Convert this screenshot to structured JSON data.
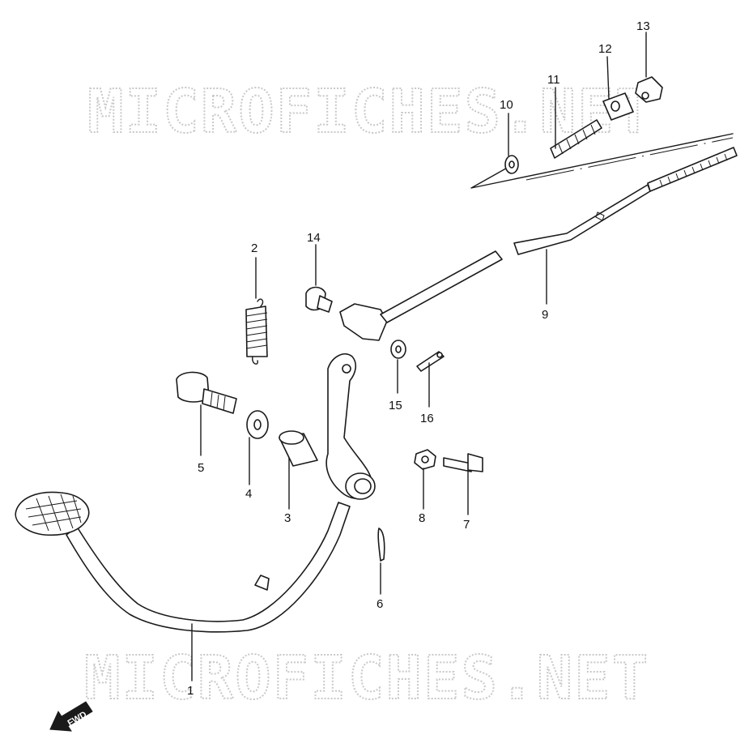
{
  "watermark_top": "MICROFICHES.NET",
  "watermark_bottom": "MICROFICHES.NET",
  "fwd_label": "FWD",
  "callouts": {
    "p1": "1",
    "p2": "2",
    "p3": "3",
    "p4": "4",
    "p5": "5",
    "p6": "6",
    "p7": "7",
    "p8": "8",
    "p9": "9",
    "p10": "10",
    "p11": "11",
    "p12": "12",
    "p13": "13",
    "p14": "14",
    "p15": "15",
    "p16": "16"
  }
}
